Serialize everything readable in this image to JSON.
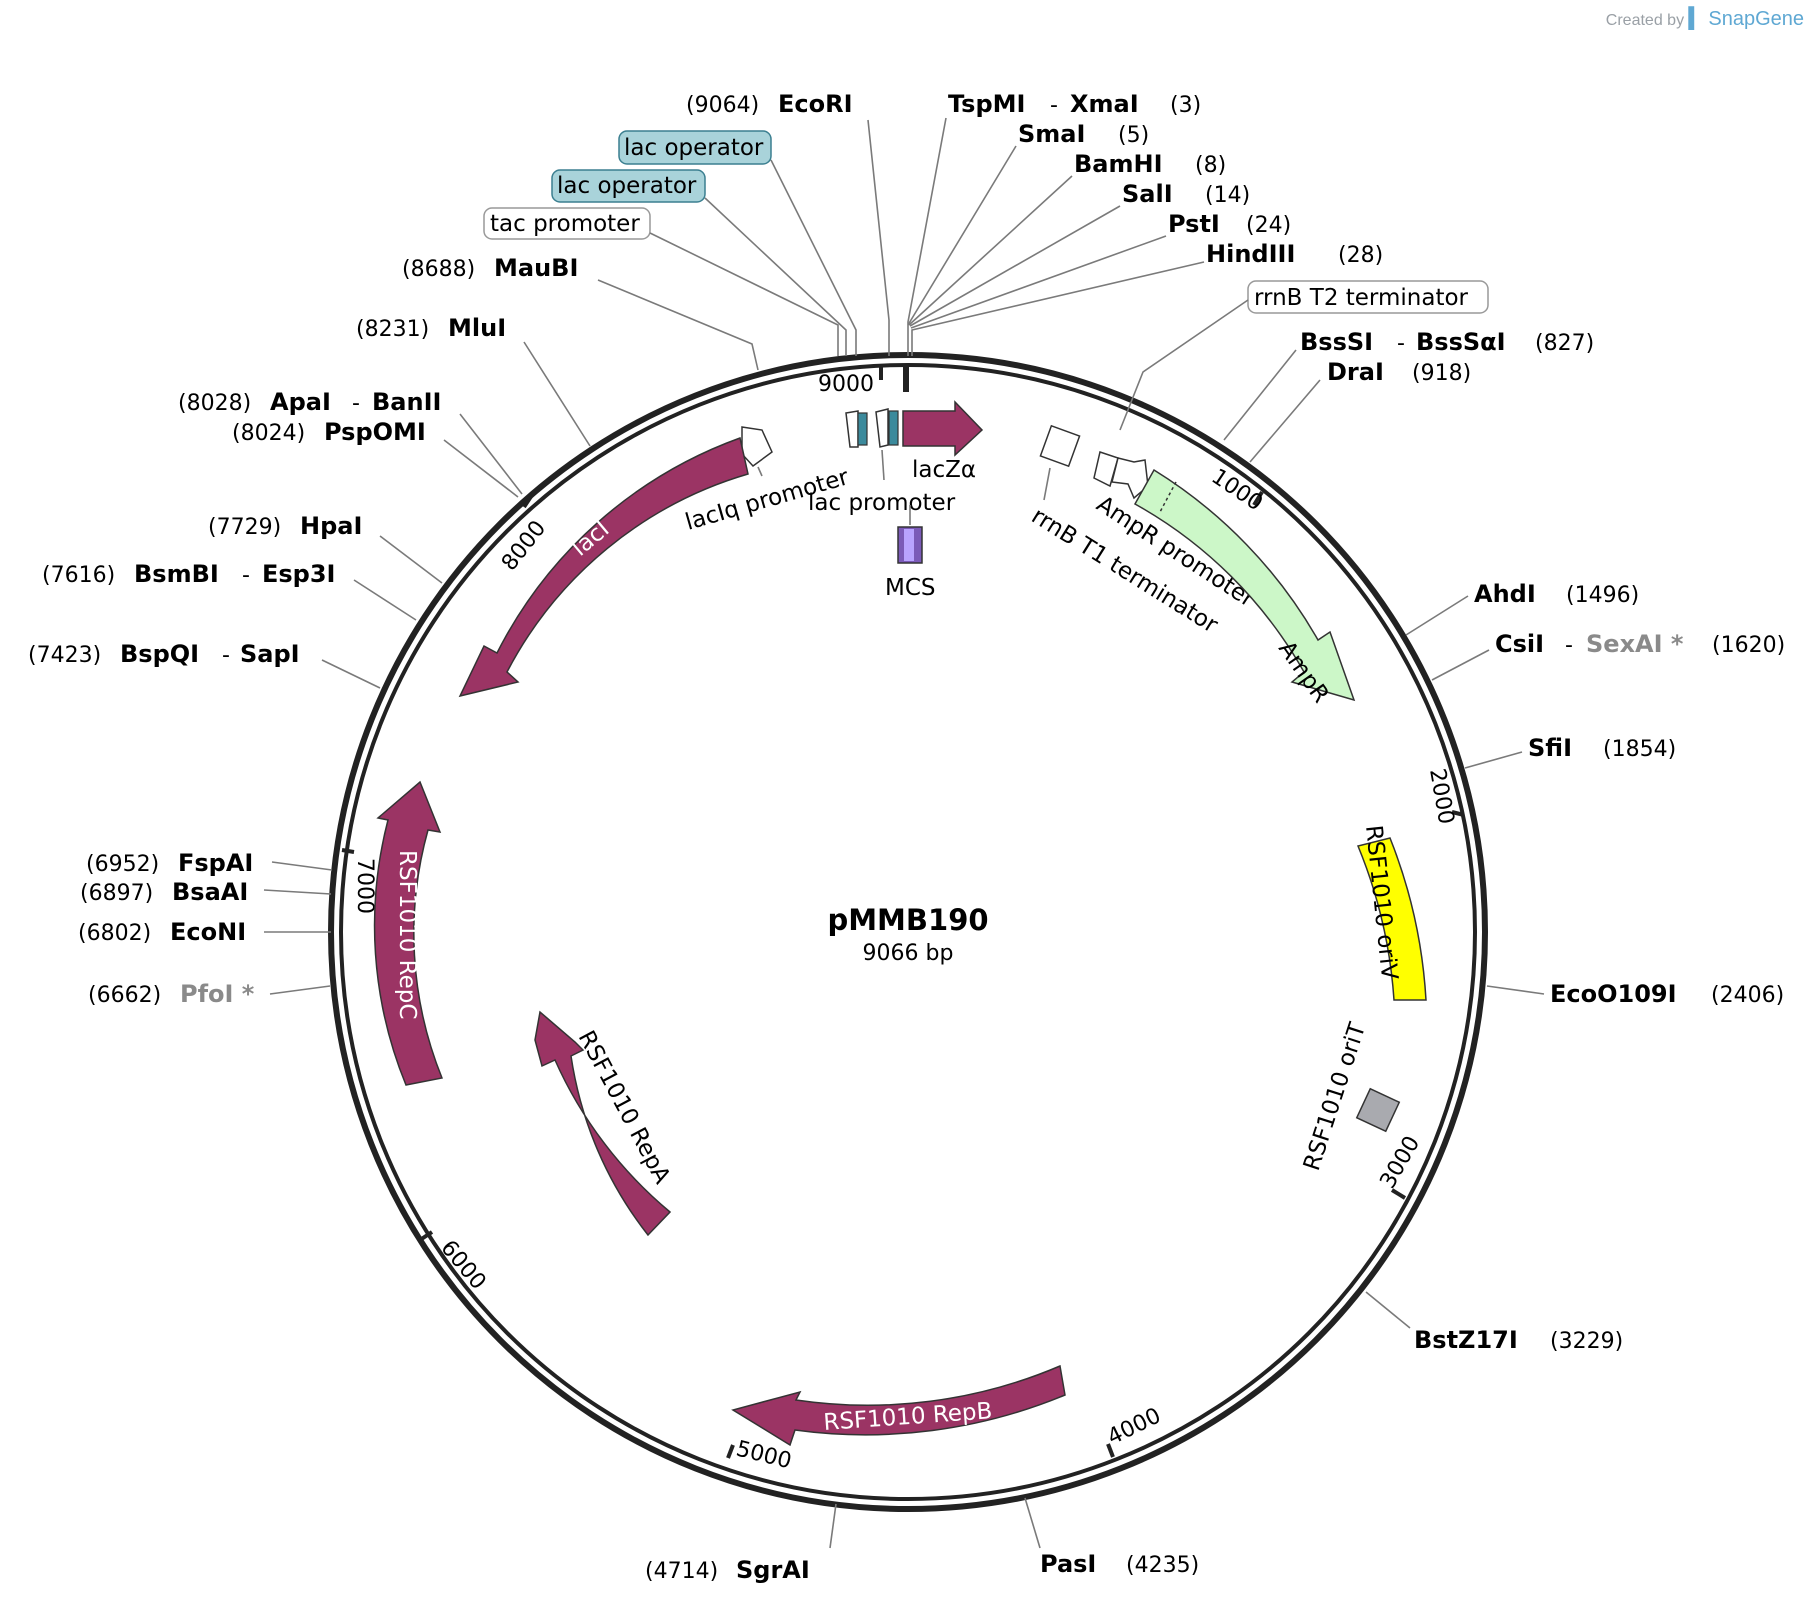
{
  "credit": {
    "prefix": "Created by",
    "brand": "SnapGene"
  },
  "plasmid": {
    "name": "pMMB190",
    "length": 9066,
    "length_label": "9066 bp"
  },
  "ticks": [
    "1000",
    "2000",
    "3000",
    "4000",
    "5000",
    "6000",
    "7000",
    "8000",
    "9000"
  ],
  "colors": {
    "cds": "#9b3464",
    "ampr": "#ccf7c8",
    "oriv": "#ffff00",
    "orit": "#a9aaaf",
    "operator": "#a9d3da",
    "backbone": "#222222"
  },
  "sites": [
    {
      "name": "EcoRI",
      "pos": "(9064)"
    },
    {
      "name": "TspMI",
      "name2": "XmaI",
      "pos": "(3)"
    },
    {
      "name": "SmaI",
      "pos": "(5)"
    },
    {
      "name": "BamHI",
      "pos": "(8)"
    },
    {
      "name": "SalI",
      "pos": "(14)"
    },
    {
      "name": "PstI",
      "pos": "(24)"
    },
    {
      "name": "HindIII",
      "pos": "(28)"
    },
    {
      "name": "BssSI",
      "name2": "BssSαI",
      "pos": "(827)"
    },
    {
      "name": "DraI",
      "pos": "(918)"
    },
    {
      "name": "AhdI",
      "pos": "(1496)"
    },
    {
      "name": "CsiI",
      "name2": "SexAI *",
      "pos": "(1620)"
    },
    {
      "name": "SfiI",
      "pos": "(1854)"
    },
    {
      "name": "EcoO109I",
      "pos": "(2406)"
    },
    {
      "name": "BstZ17I",
      "pos": "(3229)"
    },
    {
      "name": "PasI",
      "pos": "(4235)"
    },
    {
      "name": "SgrAI",
      "pos": "(4714)"
    },
    {
      "name": "PfoI *",
      "pos": "(6662)"
    },
    {
      "name": "EcoNI",
      "pos": "(6802)"
    },
    {
      "name": "BsaAI",
      "pos": "(6897)"
    },
    {
      "name": "FspAI",
      "pos": "(6952)"
    },
    {
      "name": "BspQI",
      "name2": "SapI",
      "pos": "(7423)"
    },
    {
      "name": "BsmBI",
      "name2": "Esp3I",
      "pos": "(7616)"
    },
    {
      "name": "HpaI",
      "pos": "(7729)"
    },
    {
      "name": "PspOMI",
      "pos": "(8024)"
    },
    {
      "name": "ApaI",
      "name2": "BanII",
      "pos": "(8028)"
    },
    {
      "name": "MluI",
      "pos": "(8231)"
    },
    {
      "name": "MauBI",
      "pos": "(8688)"
    }
  ],
  "boxed_features": [
    "lac operator",
    "lac operator",
    "tac promoter",
    "rrnB T2 terminator"
  ],
  "features": {
    "lacZa": "lacZα",
    "lac_promoter": "lac promoter",
    "laciq_promoter": "lacIq promoter",
    "mcs": "MCS",
    "ampr_promoter": "AmpR promoter",
    "rrnb_t1": "rrnB T1 terminator",
    "ampr": "AmpR",
    "laci": "lacI",
    "oriv": "RSF1010 oriV",
    "orit": "RSF1010 oriT",
    "repc": "RSF1010 RepC",
    "repa": "RSF1010 RepA",
    "repb": "RSF1010 RepB"
  }
}
